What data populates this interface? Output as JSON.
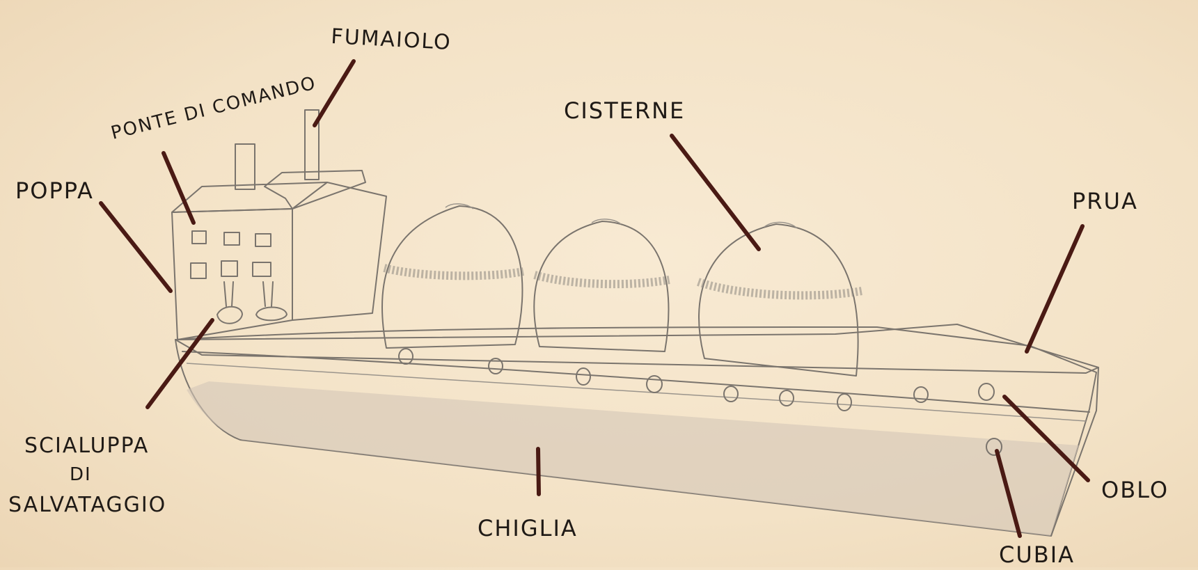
{
  "labels": {
    "fumaiolo": "FUMAIOLO",
    "ponte_di_comando": "PONTE DI COMANDO",
    "poppa": "POPPA",
    "cisterne": "CISTERNE",
    "prua": "PRUA",
    "scialuppa_1": "SCIALUPPA",
    "scialuppa_2": "DI",
    "scialuppa_3": "SALVATAGGIO",
    "chiglia": "CHIGLIA",
    "oblo": "OBLO",
    "cubia": "CUBIA"
  },
  "colors": {
    "background": "#f3e2c6",
    "hull_fill": "#ddd1c2",
    "leader_line": "#4a1a14",
    "pencil": "#7a746d",
    "text": "#1f1a16"
  }
}
